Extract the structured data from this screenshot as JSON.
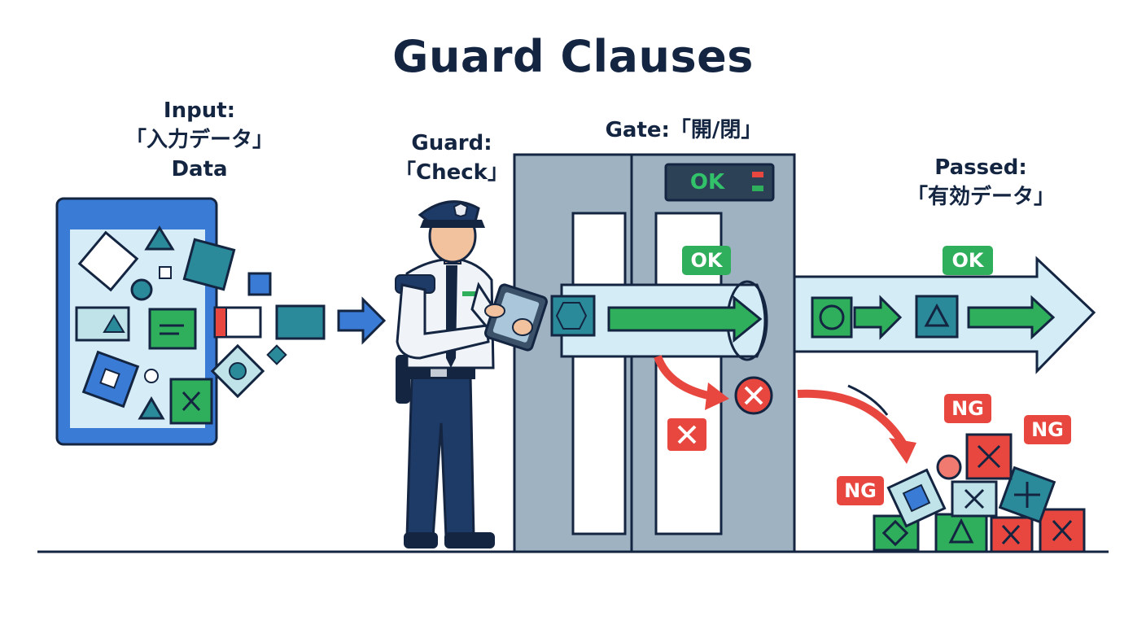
{
  "title": "Guard Clauses",
  "labels": {
    "input": [
      "Input:",
      "「入力データ」",
      "Data"
    ],
    "guard": [
      "Guard:",
      "「Check」"
    ],
    "gate": "Gate:「開/閉」",
    "passed": [
      "Passed:",
      "「有効データ」"
    ]
  },
  "badges": {
    "display_ok": "OK",
    "gate_ok": "OK",
    "passed_ok": "OK",
    "ng": [
      "NG",
      "NG",
      "NG"
    ]
  },
  "icons": [
    "x-mark-icon",
    "circle-x-icon",
    "triangle-icon",
    "circle-icon",
    "cube-icon",
    "tablet-icon"
  ],
  "colors": {
    "navy": "#142542",
    "blue": "#3a7bd5",
    "teal": "#2b8a9a",
    "green": "#2fae5c",
    "red": "#e8473f",
    "flow": "#d4ecf5",
    "gate": "#9fb2c2"
  }
}
